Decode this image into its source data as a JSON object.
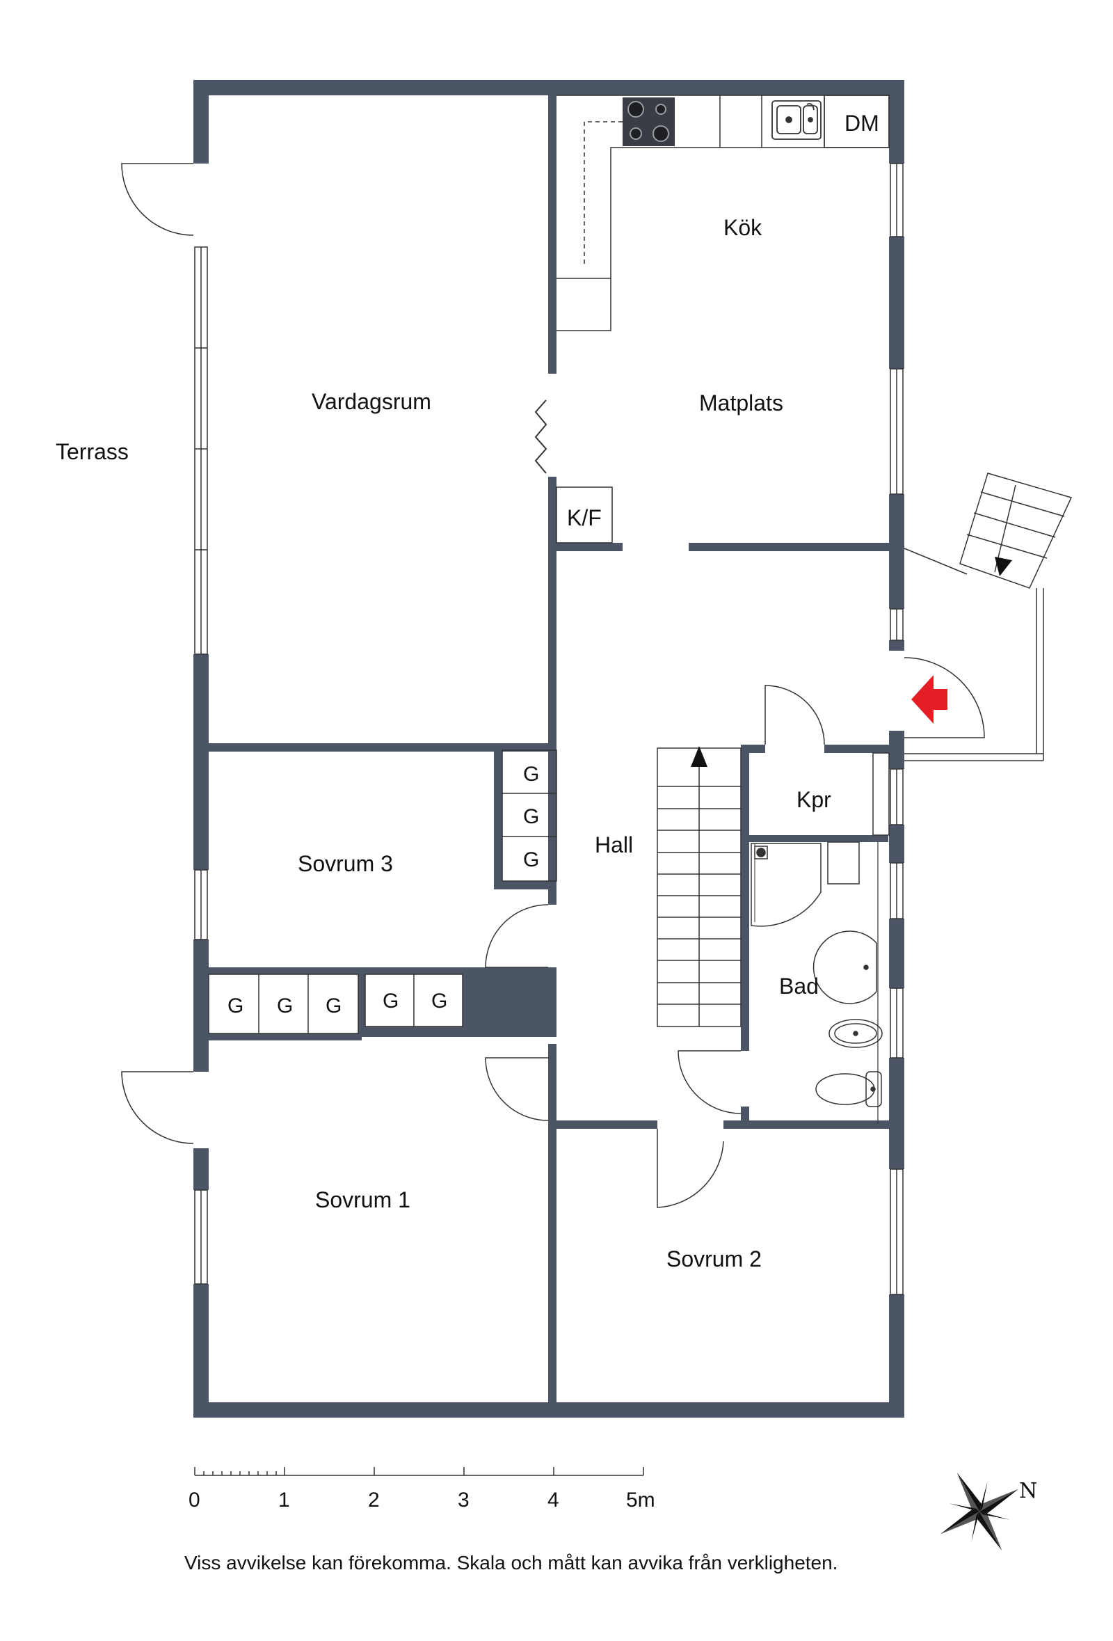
{
  "colors": {
    "wall": "#4b5566",
    "line": "#333333",
    "entrance_arrow": "#e31e24",
    "background": "#ffffff"
  },
  "rooms": {
    "terrass": "Terrass",
    "vardagsrum": "Vardagsrum",
    "kok": "Kök",
    "matplats": "Matplats",
    "kf": "K/F",
    "dm": "DM",
    "hall": "Hall",
    "sovrum3": "Sovrum 3",
    "kpr": "Kpr",
    "bad": "Bad",
    "sovrum1": "Sovrum 1",
    "sovrum2": "Sovrum 2"
  },
  "wardrobe_label": "G",
  "scale": {
    "ticks": [
      "0",
      "1",
      "2",
      "3",
      "4",
      "5m"
    ]
  },
  "compass": {
    "north_label": "N"
  },
  "disclaimer": "Viss avvikelse kan förekomma. Skala och mått kan avvika från verkligheten.",
  "icons": {
    "entrance": "entrance-arrow-icon",
    "compass": "compass-rose-icon",
    "stairs_direction": "stairs-up-arrow-icon"
  }
}
